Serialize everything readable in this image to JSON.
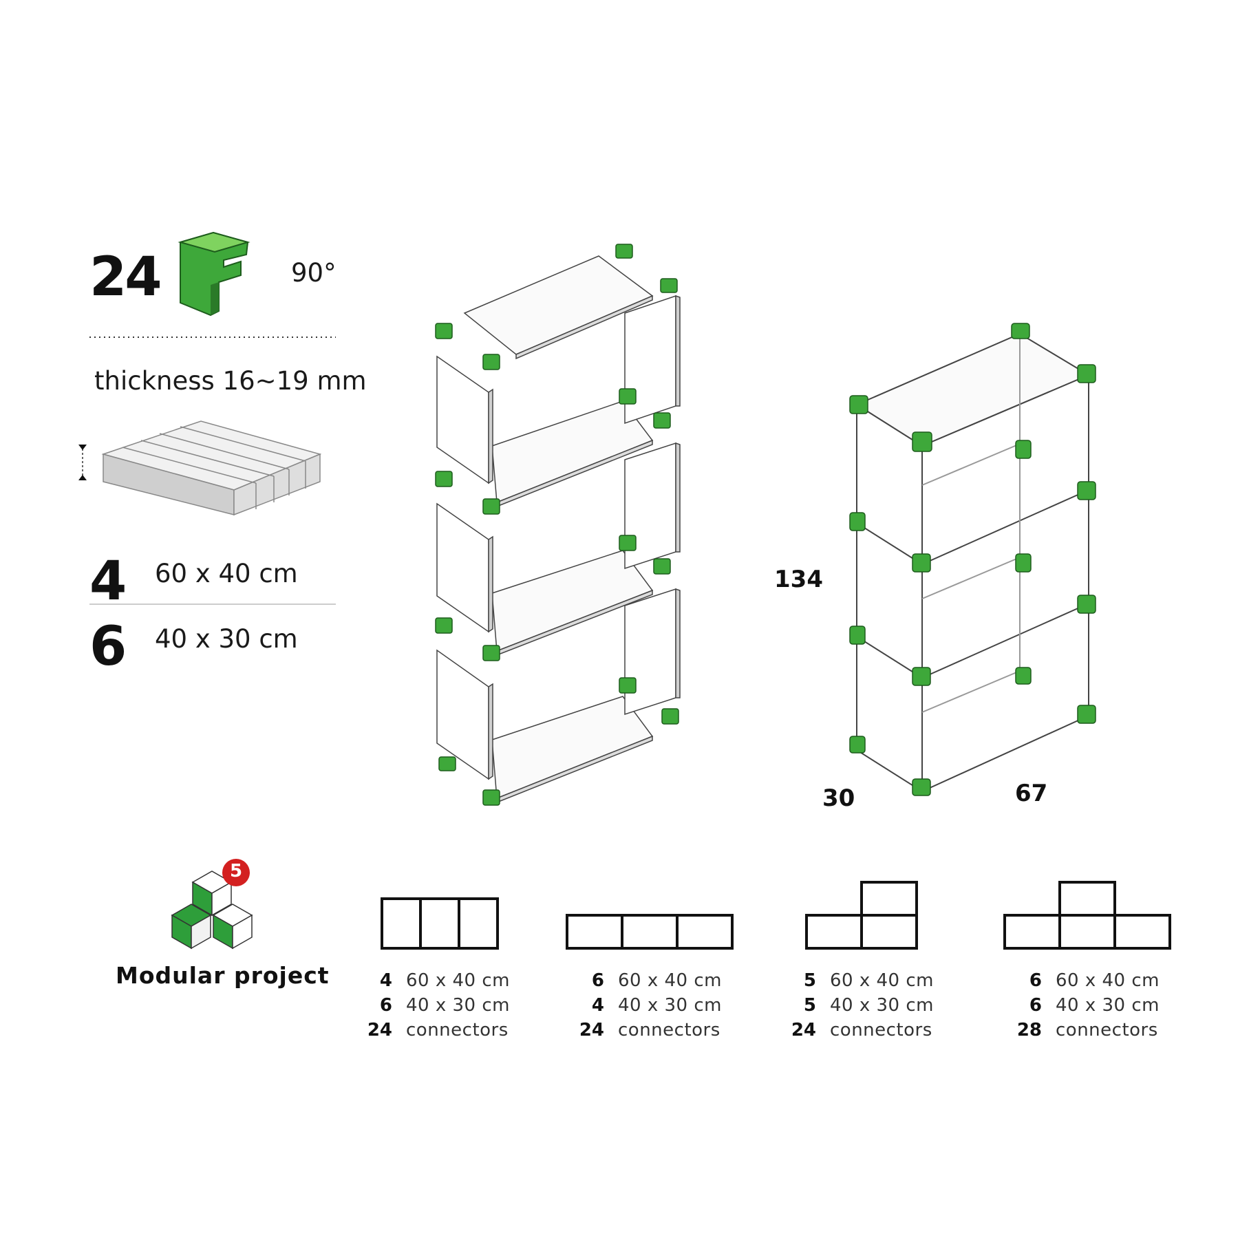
{
  "connector": {
    "count": "24",
    "angle": "90°"
  },
  "thickness_label": "thickness 16~19 mm",
  "panels": [
    {
      "count": "4",
      "size": "60 x 40 cm"
    },
    {
      "count": "6",
      "size": "40 x 30 cm"
    }
  ],
  "dimensions": {
    "height": "134",
    "depth": "30",
    "width": "67"
  },
  "project": {
    "label": "Modular project",
    "badge": "5"
  },
  "configurations": [
    {
      "lines": [
        {
          "n": "4",
          "t": "60 x 40 cm"
        },
        {
          "n": "6",
          "t": "40 x 30 cm"
        },
        {
          "n": "24",
          "t": "connectors"
        }
      ]
    },
    {
      "lines": [
        {
          "n": "6",
          "t": "60 x 40 cm"
        },
        {
          "n": "4",
          "t": "40 x 30 cm"
        },
        {
          "n": "24",
          "t": "connectors"
        }
      ]
    },
    {
      "lines": [
        {
          "n": "5",
          "t": "60 x 40 cm"
        },
        {
          "n": "5",
          "t": "40 x 30 cm"
        },
        {
          "n": "24",
          "t": "connectors"
        }
      ]
    },
    {
      "lines": [
        {
          "n": "6",
          "t": "60 x 40 cm"
        },
        {
          "n": "6",
          "t": "40 x 30 cm"
        },
        {
          "n": "28",
          "t": "connectors"
        }
      ]
    }
  ],
  "colors": {
    "green": "#3ea83a",
    "green_light": "#7fd35f",
    "badge_red": "#d32020",
    "panel_gray": "#e6e6e6"
  }
}
